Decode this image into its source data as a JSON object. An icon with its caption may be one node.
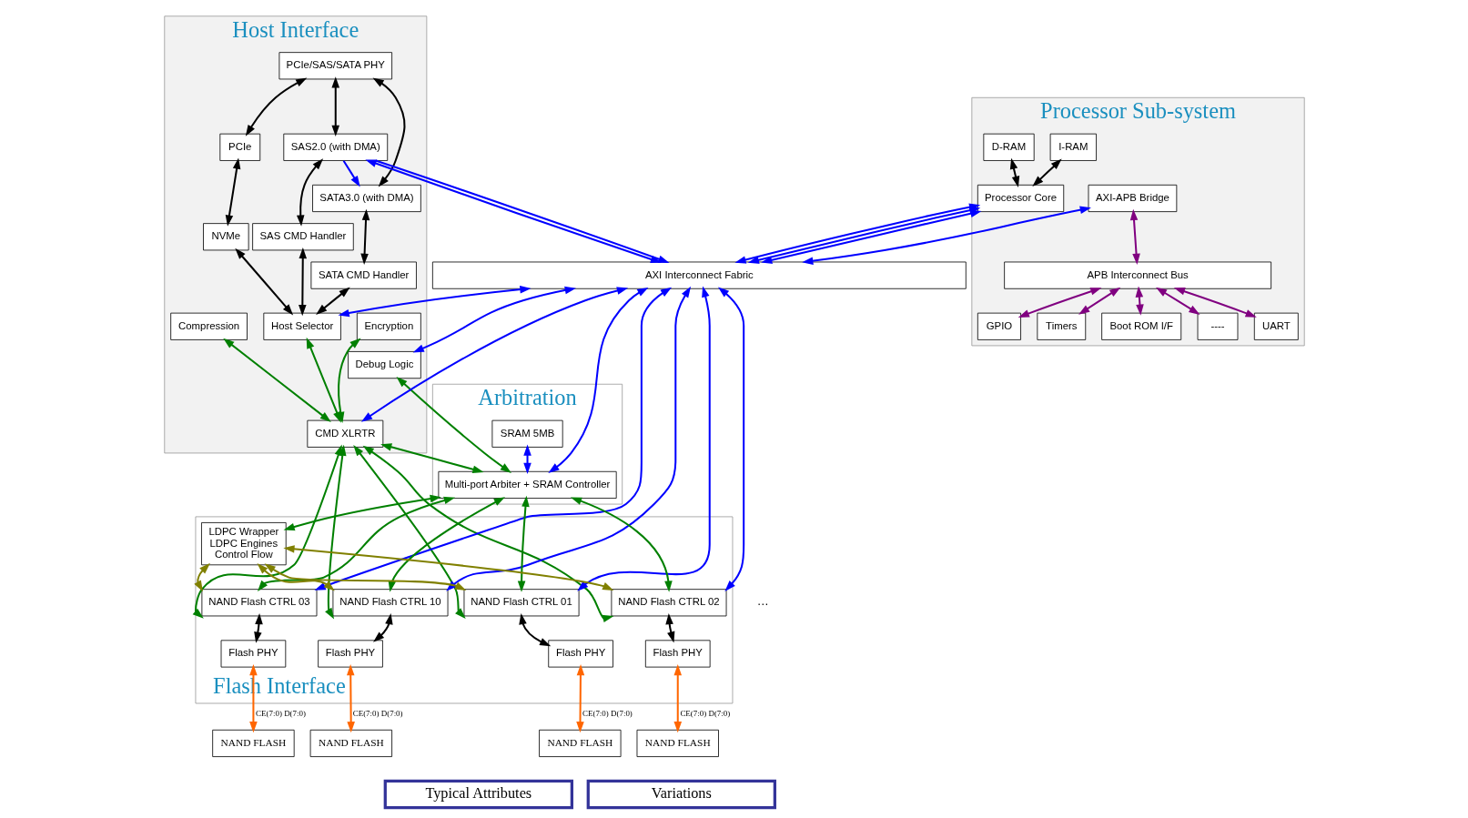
{
  "diagram": {
    "nodes": [
      {
        "text": [
          "Host Interface"
        ]
      },
      {
        "text": [
          "PCIe/SAS/SATA PHY"
        ],
        "in": 0
      },
      {
        "text": [
          "PCIe"
        ],
        "in": 0
      },
      {
        "text": [
          "SATA3.0 (with DMA)"
        ],
        "in": 0
      },
      {
        "text": [
          "SAS2.0 (with DMA)"
        ],
        "in": 0
      },
      {
        "text": [
          "NVMe"
        ],
        "in": 0
      },
      {
        "text": [
          "SATA CMD Handler"
        ],
        "in": 0
      },
      {
        "text": [
          "SAS CMD Handler"
        ],
        "in": 0
      },
      {
        "text": [
          "Host Selector"
        ],
        "in": 0
      },
      {
        "text": [
          "Debug Logic"
        ],
        "in": 0
      },
      {
        "text": [
          "Compression"
        ],
        "in": 0
      },
      {
        "text": [
          "Encryption"
        ],
        "in": 0
      },
      {
        "text": [
          "CMD XLRTR"
        ],
        "in": 0
      },
      {
        "text": [
          "Processor Sub-system"
        ]
      },
      {
        "text": [
          "I-RAM"
        ],
        "in": 13
      },
      {
        "text": [
          "D-RAM"
        ],
        "in": 13
      },
      {
        "text": [
          "Boot ROM I/F"
        ],
        "in": 13
      },
      {
        "text": [
          "UART"
        ],
        "in": 13
      },
      {
        "text": [
          "GPIO"
        ],
        "in": 13
      },
      {
        "text": [
          "Timers"
        ],
        "in": 13
      },
      {
        "text": [
          "----"
        ],
        "in": 13
      },
      {
        "text": [
          "Processor Core"
        ],
        "in": 13
      },
      {
        "text": [
          "AXI-APB Bridge"
        ],
        "in": 13
      },
      {
        "text": [
          "APB Interconnect Bus"
        ],
        "in": 13
      },
      {
        "text": [
          "AXI Interconnect Fabric"
        ]
      },
      {
        "text": [
          "Arbitration"
        ]
      },
      {
        "text": [
          "SRAM 5MB"
        ],
        "in": 25
      },
      {
        "text": [
          "Multi-port Arbiter + SRAM Controller"
        ],
        "in": 25
      },
      {
        "text": [
          "Flash Interface"
        ]
      },
      {
        "text": [
          "LDPC Wrapper",
          "LDPC Engines",
          "Control Flow"
        ],
        "in": 28
      },
      {
        "text": [
          "NAND Flash CTRL 01"
        ],
        "in": 28
      },
      {
        "text": [
          "NAND Flash CTRL 02"
        ],
        "in": 28
      },
      {
        "text": [
          "NAND Flash CTRL 03"
        ],
        "in": 28
      },
      {
        "text": [
          "NAND Flash CTRL 10"
        ],
        "in": 28
      },
      {
        "text": [
          "Flash PHY"
        ],
        "in": 28
      },
      {
        "text": [
          "Flash PHY"
        ],
        "in": 28
      },
      {
        "text": [
          "Flash PHY"
        ],
        "in": 28
      },
      {
        "text": [
          "Flash PHY"
        ],
        "in": 28
      },
      {
        "text": [
          "NAND FLASH"
        ]
      },
      {
        "text": [
          "NAND FLASH"
        ]
      },
      {
        "text": [
          "NAND FLASH"
        ]
      },
      {
        "text": [
          "NAND FLASH"
        ]
      },
      {
        "text": [
          "Typical Attributes"
        ]
      },
      {
        "text": [
          "Variations"
        ]
      }
    ],
    "edges": [
      {
        "from": 1,
        "to": 2,
        "arrow": "both",
        "color": "#000000"
      },
      {
        "from": 1,
        "to": 3,
        "arrow": "both",
        "color": "#000000"
      },
      {
        "from": 1,
        "to": 4,
        "arrow": "both",
        "color": "#000000"
      },
      {
        "from": 2,
        "to": 5,
        "arrow": "both",
        "color": "#000000"
      },
      {
        "from": 3,
        "to": 6,
        "arrow": "both",
        "color": "#000000"
      },
      {
        "from": 4,
        "to": 7,
        "arrow": "both",
        "color": "#000000"
      },
      {
        "from": 5,
        "to": 8,
        "arrow": "both",
        "color": "#000000"
      },
      {
        "from": 6,
        "to": 8,
        "arrow": "both",
        "color": "#000000"
      },
      {
        "from": 7,
        "to": 8,
        "arrow": "both",
        "color": "#000000"
      },
      {
        "from": 4,
        "to": 3,
        "arrow": "to",
        "color": "#0000ff"
      },
      {
        "from": 4,
        "to": 24,
        "arrow": "both",
        "color": "#0000ff"
      },
      {
        "from": 4,
        "to": 24,
        "arrow": "to",
        "color": "#0000ff"
      },
      {
        "from": 24,
        "to": 8,
        "arrow": "both",
        "color": "#0000ff"
      },
      {
        "from": 24,
        "to": 9,
        "arrow": "both",
        "color": "#0000ff"
      },
      {
        "from": 24,
        "to": 12,
        "arrow": "both",
        "color": "#0000ff"
      },
      {
        "from": 14,
        "to": 21,
        "arrow": "both",
        "color": "#000000"
      },
      {
        "from": 15,
        "to": 21,
        "arrow": "both",
        "color": "#000000"
      },
      {
        "from": 23,
        "to": 16,
        "arrow": "both",
        "color": "#800080"
      },
      {
        "from": 23,
        "to": 17,
        "arrow": "both",
        "color": "#800080"
      },
      {
        "from": 23,
        "to": 18,
        "arrow": "both",
        "color": "#800080"
      },
      {
        "from": 23,
        "to": 19,
        "arrow": "both",
        "color": "#800080"
      },
      {
        "from": 23,
        "to": 20,
        "arrow": "both",
        "color": "#800080"
      },
      {
        "from": 22,
        "to": 23,
        "arrow": "both",
        "color": "#800080"
      },
      {
        "from": 21,
        "to": 24,
        "arrow": "both",
        "color": "#0000ff"
      },
      {
        "from": 21,
        "to": 24,
        "arrow": "both",
        "color": "#0000ff"
      },
      {
        "from": 21,
        "to": 24,
        "arrow": "both",
        "color": "#0000ff"
      },
      {
        "from": 22,
        "to": 24,
        "arrow": "both",
        "color": "#0000ff"
      },
      {
        "from": 24,
        "to": 27,
        "arrow": "both",
        "color": "#0000ff"
      },
      {
        "from": 26,
        "to": 27,
        "arrow": "both",
        "color": "#0000ff"
      },
      {
        "from": 24,
        "to": 30,
        "arrow": "both",
        "color": "#0000ff"
      },
      {
        "from": 24,
        "to": 31,
        "arrow": "both",
        "color": "#0000ff"
      },
      {
        "from": 24,
        "to": 32,
        "arrow": "both",
        "color": "#0000ff"
      },
      {
        "from": 24,
        "to": 33,
        "arrow": "both",
        "color": "#0000ff"
      },
      {
        "from": 8,
        "to": 12,
        "arrow": "both",
        "color": "#008000"
      },
      {
        "from": 10,
        "to": 12,
        "arrow": "both",
        "color": "#008000"
      },
      {
        "from": 11,
        "to": 12,
        "arrow": "both",
        "color": "#008000"
      },
      {
        "from": 9,
        "to": 27,
        "arrow": "both",
        "color": "#008000"
      },
      {
        "from": 27,
        "to": 29,
        "arrow": "both",
        "color": "#008000"
      },
      {
        "from": 12,
        "to": 27,
        "arrow": "both",
        "color": "#008000"
      },
      {
        "from": 12,
        "to": 30,
        "arrow": "both",
        "color": "#008000"
      },
      {
        "from": 12,
        "to": 31,
        "arrow": "both",
        "color": "#008000"
      },
      {
        "from": 12,
        "to": 32,
        "arrow": "both",
        "color": "#008000"
      },
      {
        "from": 12,
        "to": 33,
        "arrow": "both",
        "color": "#008000"
      },
      {
        "from": 27,
        "to": 30,
        "arrow": "both",
        "color": "#008000"
      },
      {
        "from": 27,
        "to": 31,
        "arrow": "both",
        "color": "#008000"
      },
      {
        "from": 27,
        "to": 32,
        "arrow": "both",
        "color": "#008000"
      },
      {
        "from": 27,
        "to": 33,
        "arrow": "both",
        "color": "#008000"
      },
      {
        "from": 29,
        "to": 30,
        "arrow": "both",
        "color": "#808000"
      },
      {
        "from": 29,
        "to": 31,
        "arrow": "both",
        "color": "#808000"
      },
      {
        "from": 29,
        "to": 32,
        "arrow": "both",
        "color": "#808000"
      },
      {
        "from": 29,
        "to": 33,
        "arrow": "both",
        "color": "#808000"
      },
      {
        "from": 30,
        "to": 34,
        "arrow": "both",
        "color": "#000000"
      },
      {
        "from": 31,
        "to": 35,
        "arrow": "both",
        "color": "#000000"
      },
      {
        "from": 32,
        "to": 36,
        "arrow": "both",
        "color": "#000000"
      },
      {
        "from": 33,
        "to": 37,
        "arrow": "both",
        "color": "#000000"
      },
      {
        "from": 34,
        "to": 38,
        "arrow": "both",
        "label": "CE(7:0) D(7:0)",
        "color": "#ff6600"
      },
      {
        "from": 35,
        "to": 39,
        "arrow": "both",
        "label": "CE(7:0) D(7:0)",
        "color": "#ff6600"
      },
      {
        "from": 36,
        "to": 40,
        "arrow": "both",
        "label": "CE(7:0) D(7:0)",
        "color": "#ff6600"
      },
      {
        "from": 37,
        "to": 41,
        "arrow": "both",
        "label": "CE(7:0) D(7:0)",
        "color": "#ff6600"
      }
    ],
    "labels": [
      "…"
    ]
  }
}
